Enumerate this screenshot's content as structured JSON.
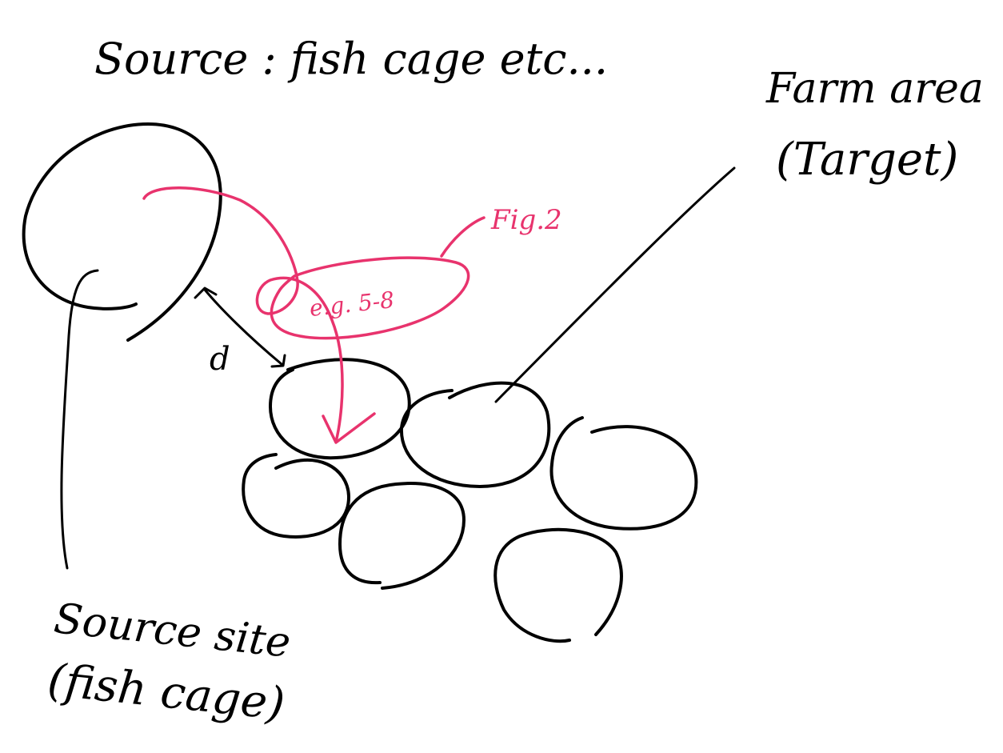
{
  "colors": {
    "ink": "#000000",
    "accent": "#e8336d",
    "background": "#ffffff"
  },
  "labels": {
    "source_title": "Source : fish cage etc...",
    "farm_area_line1": "Farm area",
    "farm_area_line2": "(Target)",
    "fig_ref": "Fig.2",
    "example": "e.g. 5-8",
    "distance": "d",
    "source_site_line1": "Source site",
    "source_site_line2": "(fish cage)"
  }
}
